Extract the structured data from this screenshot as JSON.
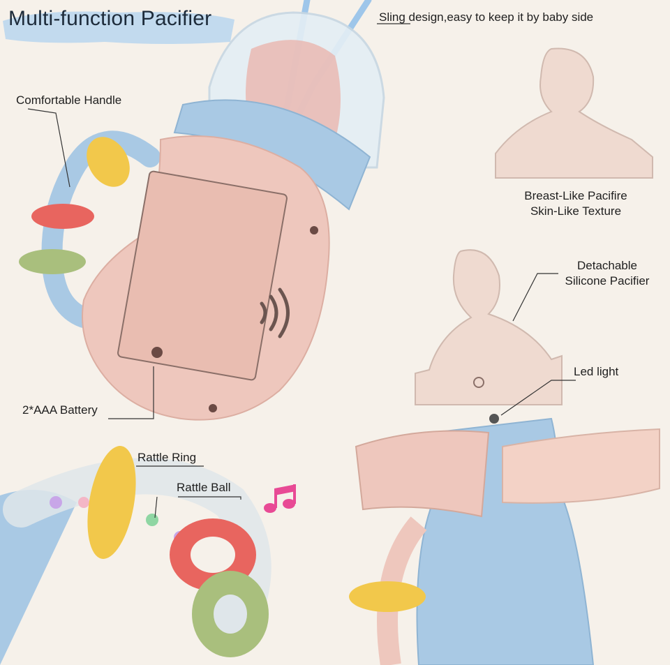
{
  "title": "Multi-function Pacifier",
  "labels": {
    "sling": "Sling design,easy to keep it by baby side",
    "handle": "Comfortable Handle",
    "breast_line1": "Breast-Like Pacifire",
    "breast_line2": "Skin-Like Texture",
    "detach_line1": "Detachable",
    "detach_line2": "Silicone Pacifier",
    "led": "Led light",
    "battery": "2*AAA Battery",
    "rattle_ring": "Rattle Ring",
    "rattle_ball": "Rattle Ball"
  },
  "colors": {
    "background": "#f6f1ea",
    "title_brush": "#b9d6ef",
    "body_pink": "#eec7bd",
    "body_blue": "#a9c9e4",
    "ring_yellow": "#f2c84b",
    "ring_red": "#e8655f",
    "ring_green": "#a9bf7d"
  },
  "icons": [
    "music-note-icon"
  ]
}
